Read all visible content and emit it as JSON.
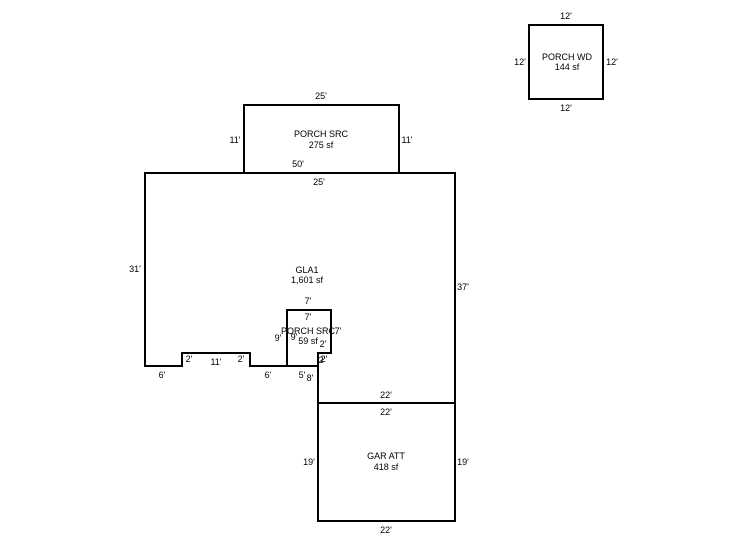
{
  "areas": {
    "porch_wd": {
      "name": "PORCH WD",
      "size": "144 sf"
    },
    "porch_src": {
      "name": "PORCH SRC",
      "size": "275 sf"
    },
    "gla1": {
      "name": "GLA1",
      "size": "1,601 sf"
    },
    "porch_src_small": {
      "name": "PORCH SRC",
      "size": "59 sf"
    },
    "gar_att": {
      "name": "GAR ATT",
      "size": "418 sf"
    }
  },
  "dimensions": {
    "porch_wd": {
      "top": "12'",
      "bottom": "12'",
      "left": "12'",
      "right": "12'"
    },
    "porch_src": {
      "top": "25'",
      "left": "11'",
      "right": "11'",
      "bottom_outer": "50'"
    },
    "gla1": {
      "top": "25'",
      "left": "31'",
      "right": "37'",
      "bottom_a": "6'",
      "bottom_b": "2'",
      "bottom_c": "11'",
      "bottom_d": "2'",
      "bottom_e": "6'",
      "bottom_f": "5'",
      "bottom_g": "8'"
    },
    "porch_src_small": {
      "top_outer": "7'",
      "top": "7'",
      "left_outer": "9'",
      "left": "9'",
      "right_outer": "7'",
      "right": "2'",
      "step": "2'",
      "step_b": "2'"
    },
    "gar_att": {
      "top_outer": "22'",
      "top": "22'",
      "bottom": "22'",
      "left": "19'",
      "right": "19'"
    }
  }
}
